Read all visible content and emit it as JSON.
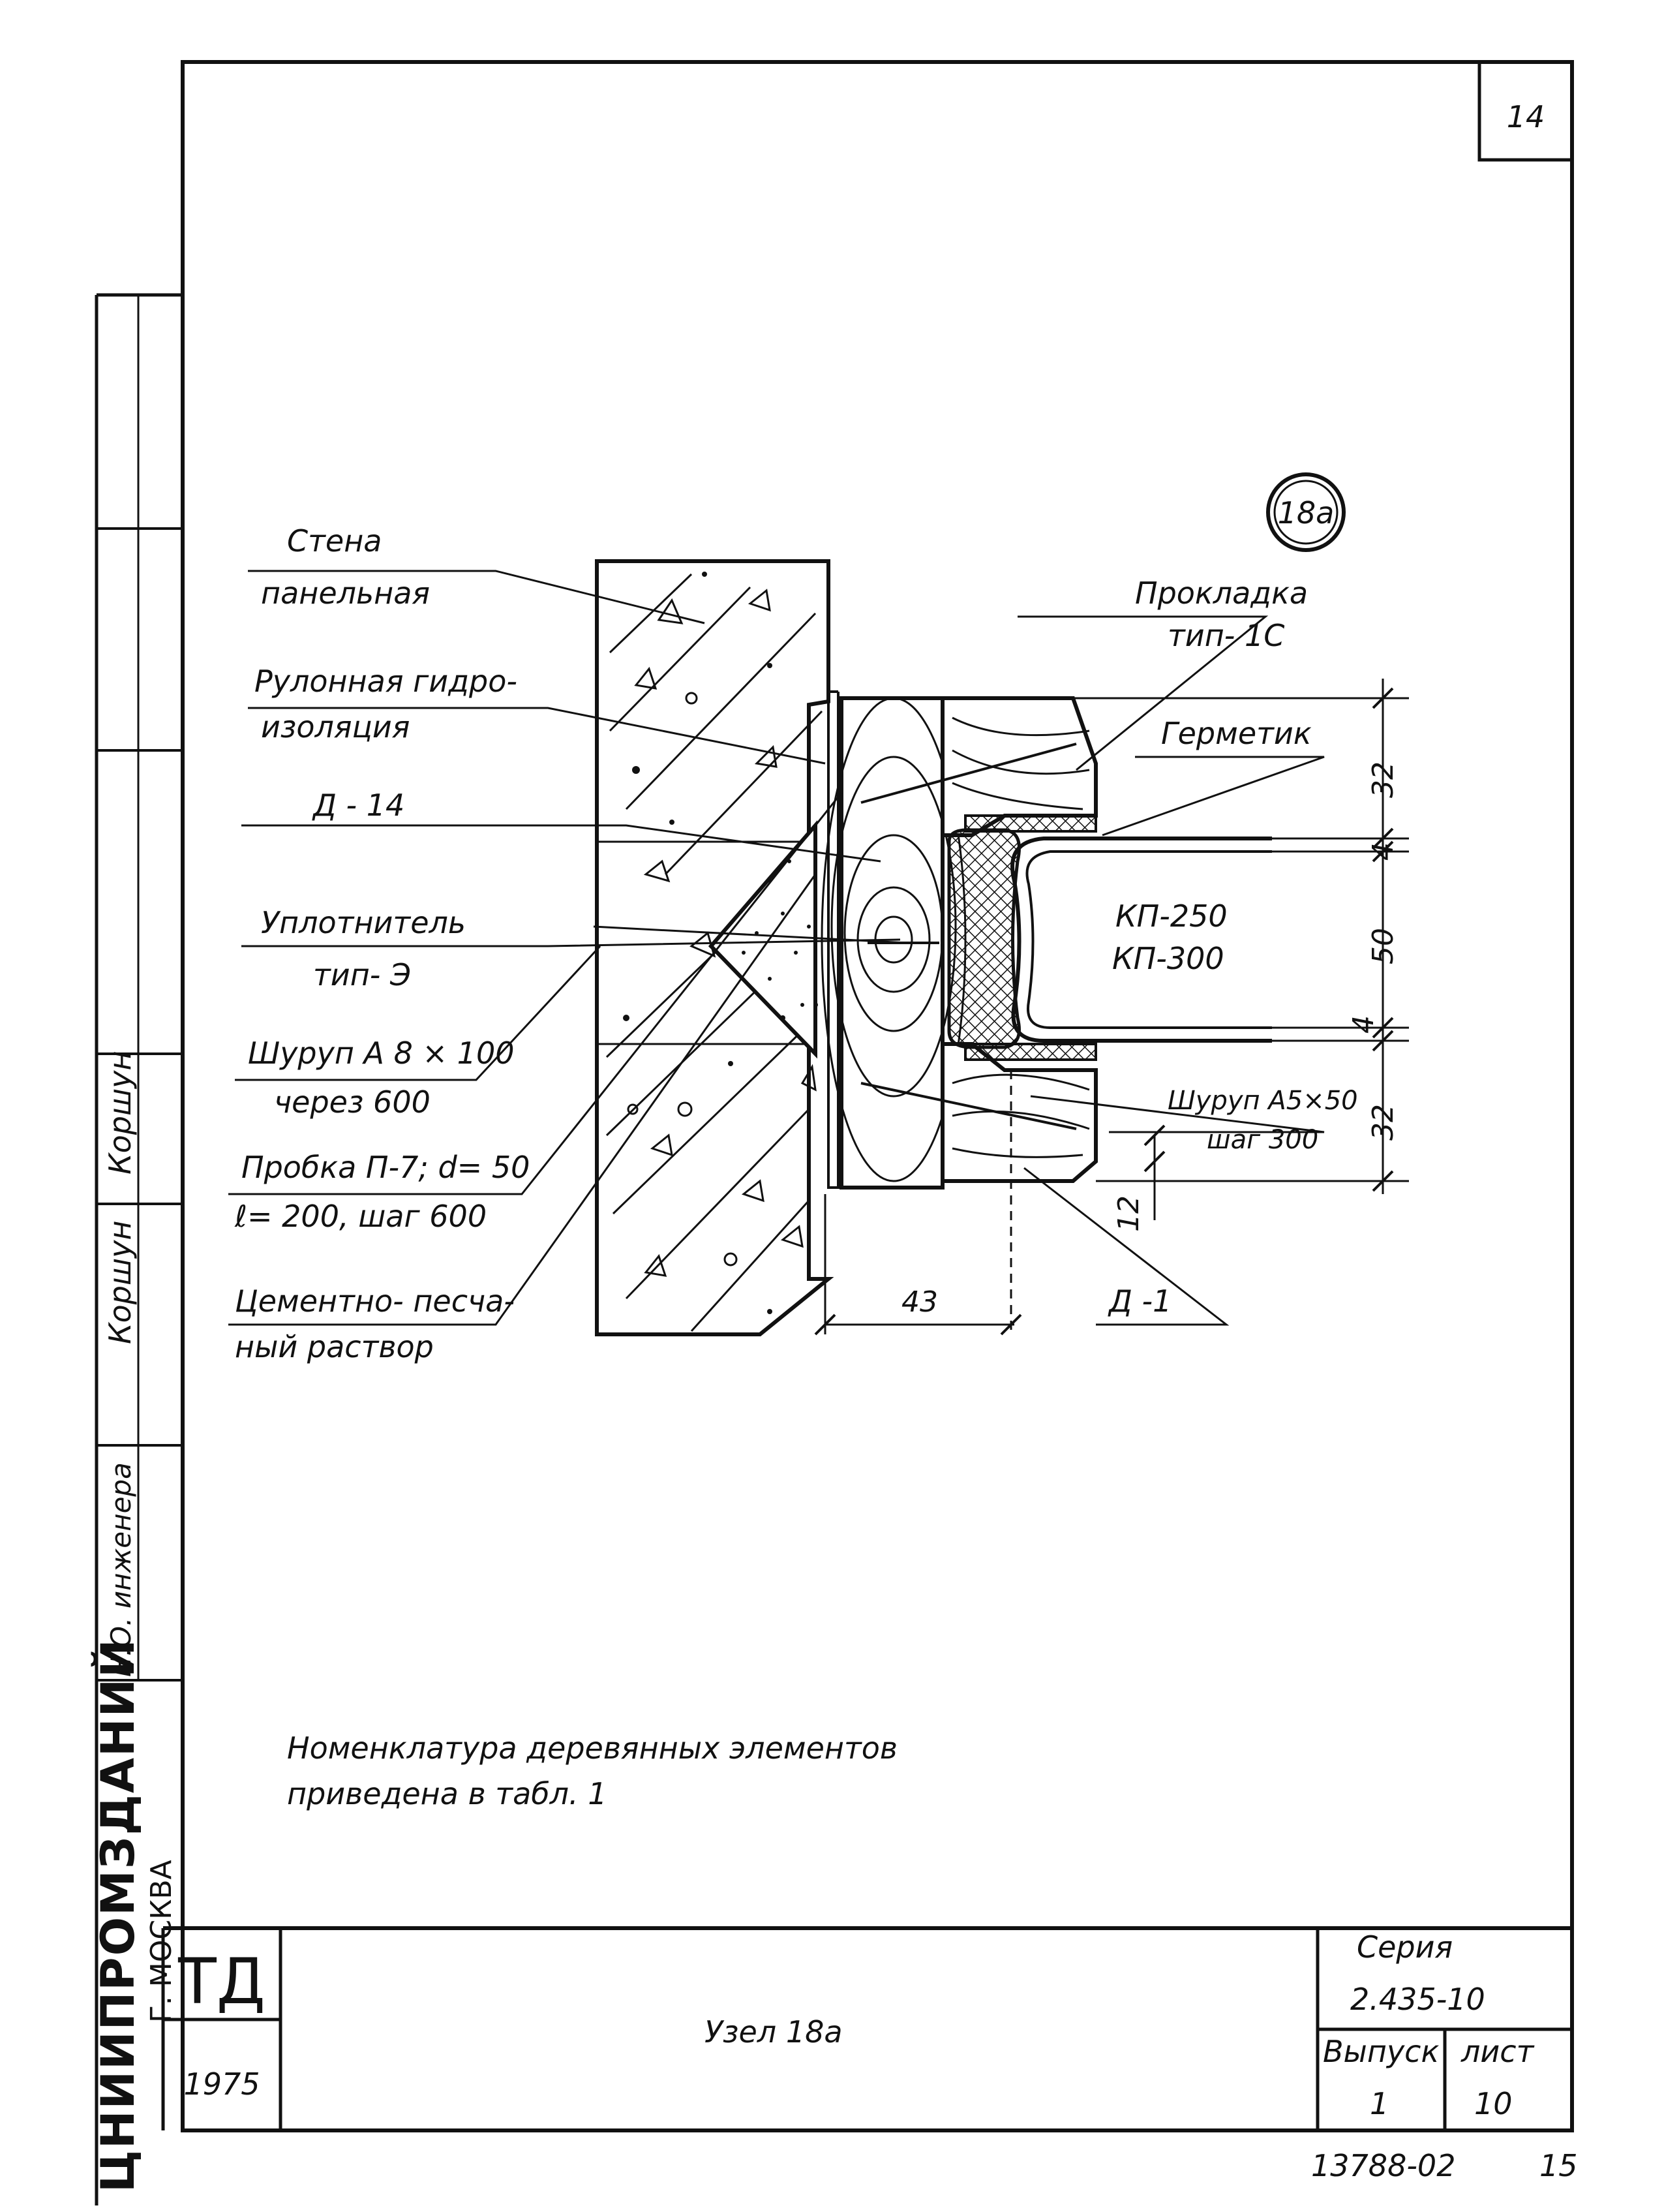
{
  "sheet": {
    "page_number": "14",
    "node_tag": "18а"
  },
  "labels": {
    "wall": [
      "Стена",
      "панельная"
    ],
    "hydro": [
      "Рулонная гидро-",
      "изоляция"
    ],
    "d14": "Д - 14",
    "seal": [
      "Уплотнитель",
      "тип- Э"
    ],
    "screw_left": [
      "Шуруп А 8 × 100",
      "через 600"
    ],
    "plug": [
      "Пробка П-7; d= 50",
      "ℓ= 200, шаг 600"
    ],
    "mortar": [
      "Цементно- песча-",
      "ный   раствор"
    ],
    "gasket": [
      "Прокладка",
      "тип- 1С"
    ],
    "sealant": "Герметик",
    "kp": [
      "КП-250",
      "КП-300"
    ],
    "screw_right": [
      "Шуруп А5×50",
      "шаг 300"
    ],
    "d1": "Д -1"
  },
  "dimensions": {
    "v1": "32",
    "v2": "4",
    "v3": "50",
    "v4": "4",
    "v5": "32",
    "h1": "43",
    "offset": "12"
  },
  "note": [
    "Номенклатура   деревянных   элементов",
    "приведена   в   табл. 1"
  ],
  "title_block": {
    "org_logo": "ТД",
    "year": "1975",
    "node_title": "Узел   18а",
    "series_label": "Серия",
    "series_value": "2.435-10",
    "issue_label": "Выпуск",
    "issue_value": "1",
    "sheet_label": "лист",
    "sheet_value": "10"
  },
  "side_stamp": {
    "org": "ЦНИИПРОМЗДАНИЙ",
    "city": "Г. МОСКВА",
    "role": "Н.О. инженера",
    "name": "Коршун"
  },
  "footer": {
    "order_number": "13788-02",
    "page_number": "15"
  }
}
